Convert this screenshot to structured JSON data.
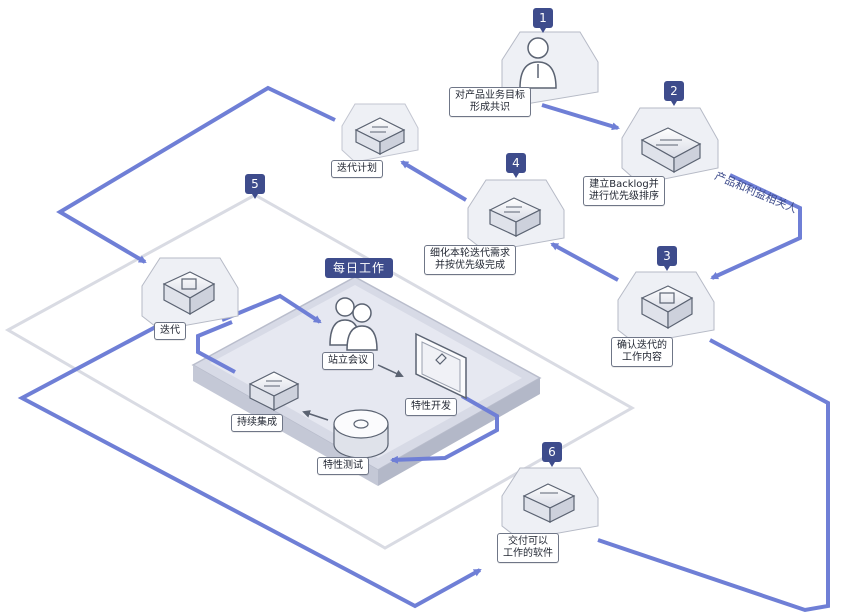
{
  "labels": {
    "n1": "对产品业务目标\n形成共识",
    "n2": "建立Backlog并\n进行优先级排序",
    "n3": "确认迭代的\n工作内容",
    "n4": "细化本轮迭代需求\n并按优先级完成",
    "n5": "迭代",
    "n6": "交付可以\n工作的软件",
    "plan": "迭代计划",
    "standup": "站立会议",
    "dev": "特性开发",
    "test": "特性测试",
    "ci": "持续集成"
  },
  "badges": {
    "b1": "1",
    "b2": "2",
    "b3": "3",
    "b4": "4",
    "b5": "5",
    "b6": "6"
  },
  "daily_title": "每日工作",
  "side_label": "产品和利益相关人",
  "icons": {
    "n1": "person-icon",
    "n2": "server-icon",
    "n3": "board-icon",
    "n4": "server-icon",
    "n5": "board-icon",
    "n6": "server-icon",
    "plan": "server-icon",
    "standup": "people-icon",
    "dev": "monitor-icon",
    "test": "disk-icon",
    "ci": "server-icon"
  },
  "colors": {
    "accent": "#3e4c8c",
    "flow": "#6f7fd6",
    "platform": "#e3e5ef"
  }
}
